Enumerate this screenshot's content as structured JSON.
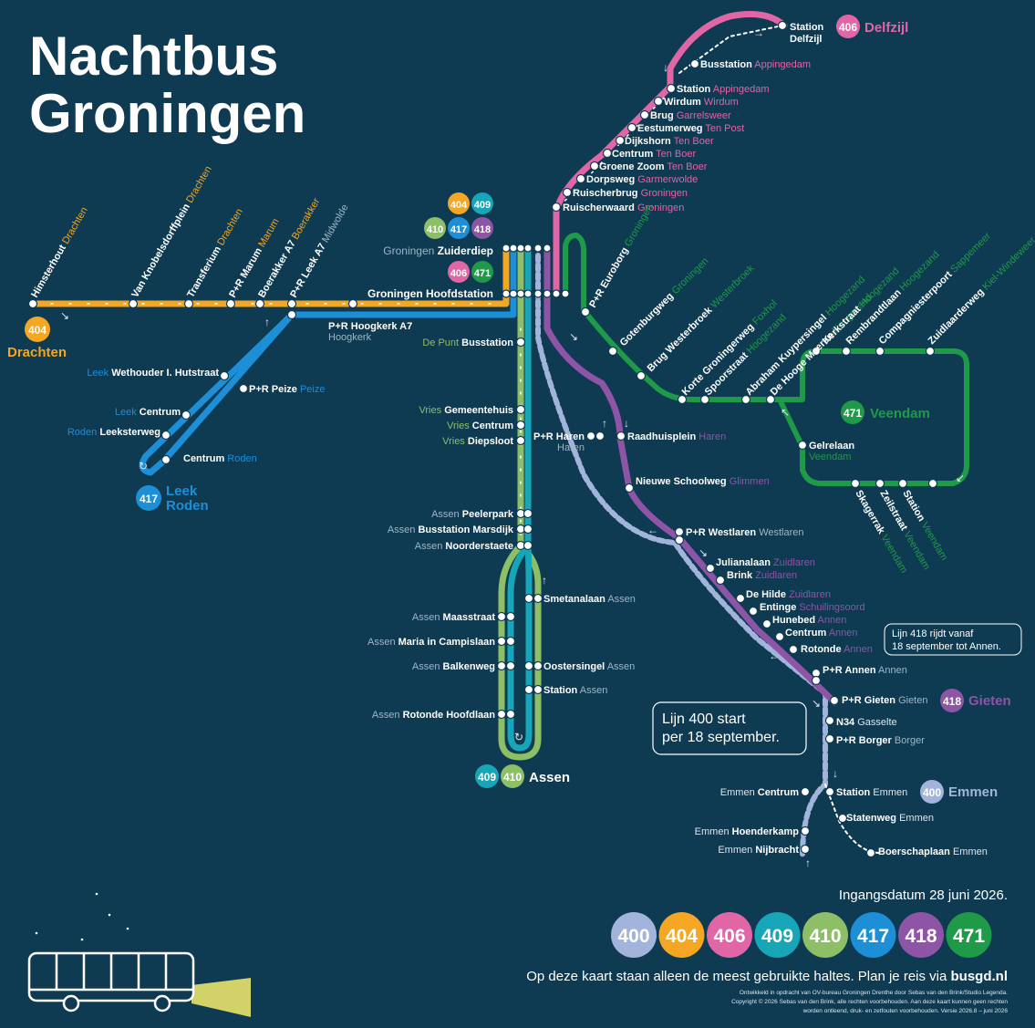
{
  "title_line1": "Nachtbus",
  "title_line2": "Groningen",
  "colors": {
    "background": "#0e3a52",
    "400": "#a3b4dc",
    "404": "#f5a623",
    "406": "#e066a6",
    "409": "#17a6b8",
    "410": "#8dbf67",
    "417": "#1c8fd6",
    "418": "#8e55a6",
    "471": "#1f9a48"
  },
  "route_badges": [
    "400",
    "404",
    "406",
    "409",
    "410",
    "417",
    "418",
    "471"
  ],
  "terminals": {
    "delfzijl": {
      "station": "Station",
      "station2": "Delfzijl",
      "route": "406",
      "name": "Delfzijl"
    },
    "drachten": {
      "route": "404",
      "name": "Drachten"
    },
    "leek_roden": {
      "route": "417",
      "name1": "Leek",
      "name2": "Roden"
    },
    "assen": {
      "routes": [
        "409",
        "410"
      ],
      "name": "Assen"
    },
    "veendam": {
      "route": "471",
      "name": "Veendam"
    },
    "gieten": {
      "route": "418",
      "name": "Gieten"
    },
    "emmen": {
      "route": "400",
      "name": "Emmen"
    }
  },
  "hubs": {
    "zuiderdiep": {
      "city": "Groningen",
      "name": "Zuiderdiep",
      "routes_row1": [
        "404",
        "409"
      ],
      "routes_row2": [
        "410",
        "417",
        "418"
      ]
    },
    "hoofdstation": {
      "name": "Groningen Hoofdstation",
      "routes": [
        "406",
        "471"
      ]
    }
  },
  "stops": {
    "delfzijl_line": [
      {
        "name": "Busstation",
        "place": "Appingedam"
      },
      {
        "name": "Station",
        "place": "Appingedam"
      },
      {
        "name": "Wirdum",
        "place": "Wirdum"
      },
      {
        "name": "Brug",
        "place": "Garrelsweer"
      },
      {
        "name": "Eestumerweg",
        "place": "Ten Post"
      },
      {
        "name": "Dijkshorn",
        "place": "Ten Boer"
      },
      {
        "name": "Centrum",
        "place": "Ten Boer"
      },
      {
        "name": "Groene Zoom",
        "place": "Ten Boer"
      },
      {
        "name": "Dorpsweg",
        "place": "Garmerwolde"
      },
      {
        "name": "Ruischerbrug",
        "place": "Groningen"
      },
      {
        "name": "Ruischerwaard",
        "place": "Groningen"
      }
    ],
    "drachten_line": [
      {
        "name": "Himsterhout",
        "place": "Drachten"
      },
      {
        "name": "Van Knobelsdorffplein",
        "place": "Drachten"
      },
      {
        "name": "Transferium",
        "place": "Drachten"
      },
      {
        "name": "P+R Marum",
        "place": "Marum"
      },
      {
        "name": "Boerakker A7",
        "place": "Boerakker"
      },
      {
        "name": "P+R Leek A7",
        "place": "Midwolde"
      }
    ],
    "roden_line": [
      {
        "name": "P+R Hoogkerk A7",
        "place": "Hoogkerk"
      },
      {
        "name": "Wethouder I. Hutstraat",
        "place": "Leek"
      },
      {
        "name": "P+R Peize",
        "place": "Peize"
      },
      {
        "name": "Centrum",
        "place": "Leek"
      },
      {
        "name": "Leeksterweg",
        "place": "Roden"
      },
      {
        "name": "Centrum",
        "place": "Roden"
      }
    ],
    "assen_line": [
      {
        "name": "Busstation",
        "place": "De Punt"
      },
      {
        "name": "Gemeentehuis",
        "place": "Vries"
      },
      {
        "name": "Centrum",
        "place": "Vries"
      },
      {
        "name": "Diepsloot",
        "place": "Vries"
      },
      {
        "name": "Peelerpark",
        "place": "Assen"
      },
      {
        "name": "Busstation Marsdijk",
        "place": "Assen"
      },
      {
        "name": "Noorderstaete",
        "place": "Assen"
      },
      {
        "name": "Maasstraat",
        "place": "Assen"
      },
      {
        "name": "Maria in Campislaan",
        "place": "Assen"
      },
      {
        "name": "Balkenweg",
        "place": "Assen"
      },
      {
        "name": "Rotonde Hoofdlaan",
        "place": "Assen"
      },
      {
        "name": "Smetanalaan",
        "place": "Assen"
      },
      {
        "name": "Oostersingel",
        "place": "Assen"
      },
      {
        "name": "Station",
        "place": "Assen"
      }
    ],
    "veendam_line": [
      {
        "name": "P+R Euroborg",
        "place": "Groningen"
      },
      {
        "name": "Gotenburgweg",
        "place": "Groningen"
      },
      {
        "name": "Brug Westerbroek",
        "place": "Westerbroek"
      },
      {
        "name": "Korte Groningerweg",
        "place": "Foxhol"
      },
      {
        "name": "Spoorstraat",
        "place": "Hoogezand"
      },
      {
        "name": "Abraham Kuypersingel",
        "place": "Hoogezand"
      },
      {
        "name": "De Hooge Meeren",
        "place": "Hoogezand"
      },
      {
        "name": "Kerkstraat",
        "place": "Hoogezand"
      },
      {
        "name": "Rembrandtlaan",
        "place": "Hoogezand"
      },
      {
        "name": "Compagniesterpoort",
        "place": "Sappemeer"
      },
      {
        "name": "Zuidlaarderweg",
        "place": "Kiel-Windeweer"
      },
      {
        "name": "Gelrelaan",
        "place": "Veendam"
      },
      {
        "name": "Skagerrak",
        "place": "Veendam"
      },
      {
        "name": "Zeilstraat",
        "place": "Veendam"
      },
      {
        "name": "Station",
        "place": "Veendam"
      }
    ],
    "haren_line": [
      {
        "name": "P+R Haren",
        "place": "Haren"
      },
      {
        "name": "Raadhuisplein",
        "place": "Haren"
      },
      {
        "name": "Nieuwe Schoolweg",
        "place": "Glimmen"
      },
      {
        "name": "P+R Westlaren",
        "place": "Westlaren"
      },
      {
        "name": "Julianalaan",
        "place": "Zuidlaren"
      },
      {
        "name": "Brink",
        "place": "Zuidlaren"
      },
      {
        "name": "De Hilde",
        "place": "Zuidlaren"
      },
      {
        "name": "Entinge",
        "place": "Schuilingsoord"
      },
      {
        "name": "Hunebed",
        "place": "Annen"
      },
      {
        "name": "Centrum",
        "place": "Annen"
      },
      {
        "name": "Rotonde",
        "place": "Annen"
      },
      {
        "name": "P+R Annen",
        "place": "Annen"
      },
      {
        "name": "P+R Gieten",
        "place": "Gieten"
      },
      {
        "name": "N34",
        "place": "Gasselte"
      },
      {
        "name": "P+R Borger",
        "place": "Borger"
      }
    ],
    "emmen_line": [
      {
        "name": "Centrum",
        "place": "Emmen"
      },
      {
        "name": "Station",
        "place": "Emmen"
      },
      {
        "name": "Statenweg",
        "place": "Emmen"
      },
      {
        "name": "Hoenderkamp",
        "place": "Emmen"
      },
      {
        "name": "Nijbracht",
        "place": "Emmen"
      },
      {
        "name": "Boerschaplaan",
        "place": "Emmen"
      }
    ]
  },
  "notes": {
    "line418": [
      "Lijn 418 rijdt vanaf",
      "18 september tot Annen."
    ],
    "line400": [
      "Lijn 400 start",
      "per 18 september."
    ]
  },
  "footer": {
    "effective_date": "Ingangsdatum 28 juni 2026.",
    "info_prefix": "Op deze kaart staan alleen de meest gebruikte haltes. Plan je reis via ",
    "info_link": "busgd.nl",
    "credits1": "Ontwikkeld in opdracht van OV-bureau Groningen Drenthe door Sebas van den Brink/Studio Legenda.",
    "credits2": "Copyright © 2026 Sebas van den Brink, alle rechten voorbehouden. Aan deze kaart kunnen geen rechten",
    "credits3": "worden ontleend, druk- en zetfouten voorbehouden. Versie 2026.8 – juni 2026"
  }
}
